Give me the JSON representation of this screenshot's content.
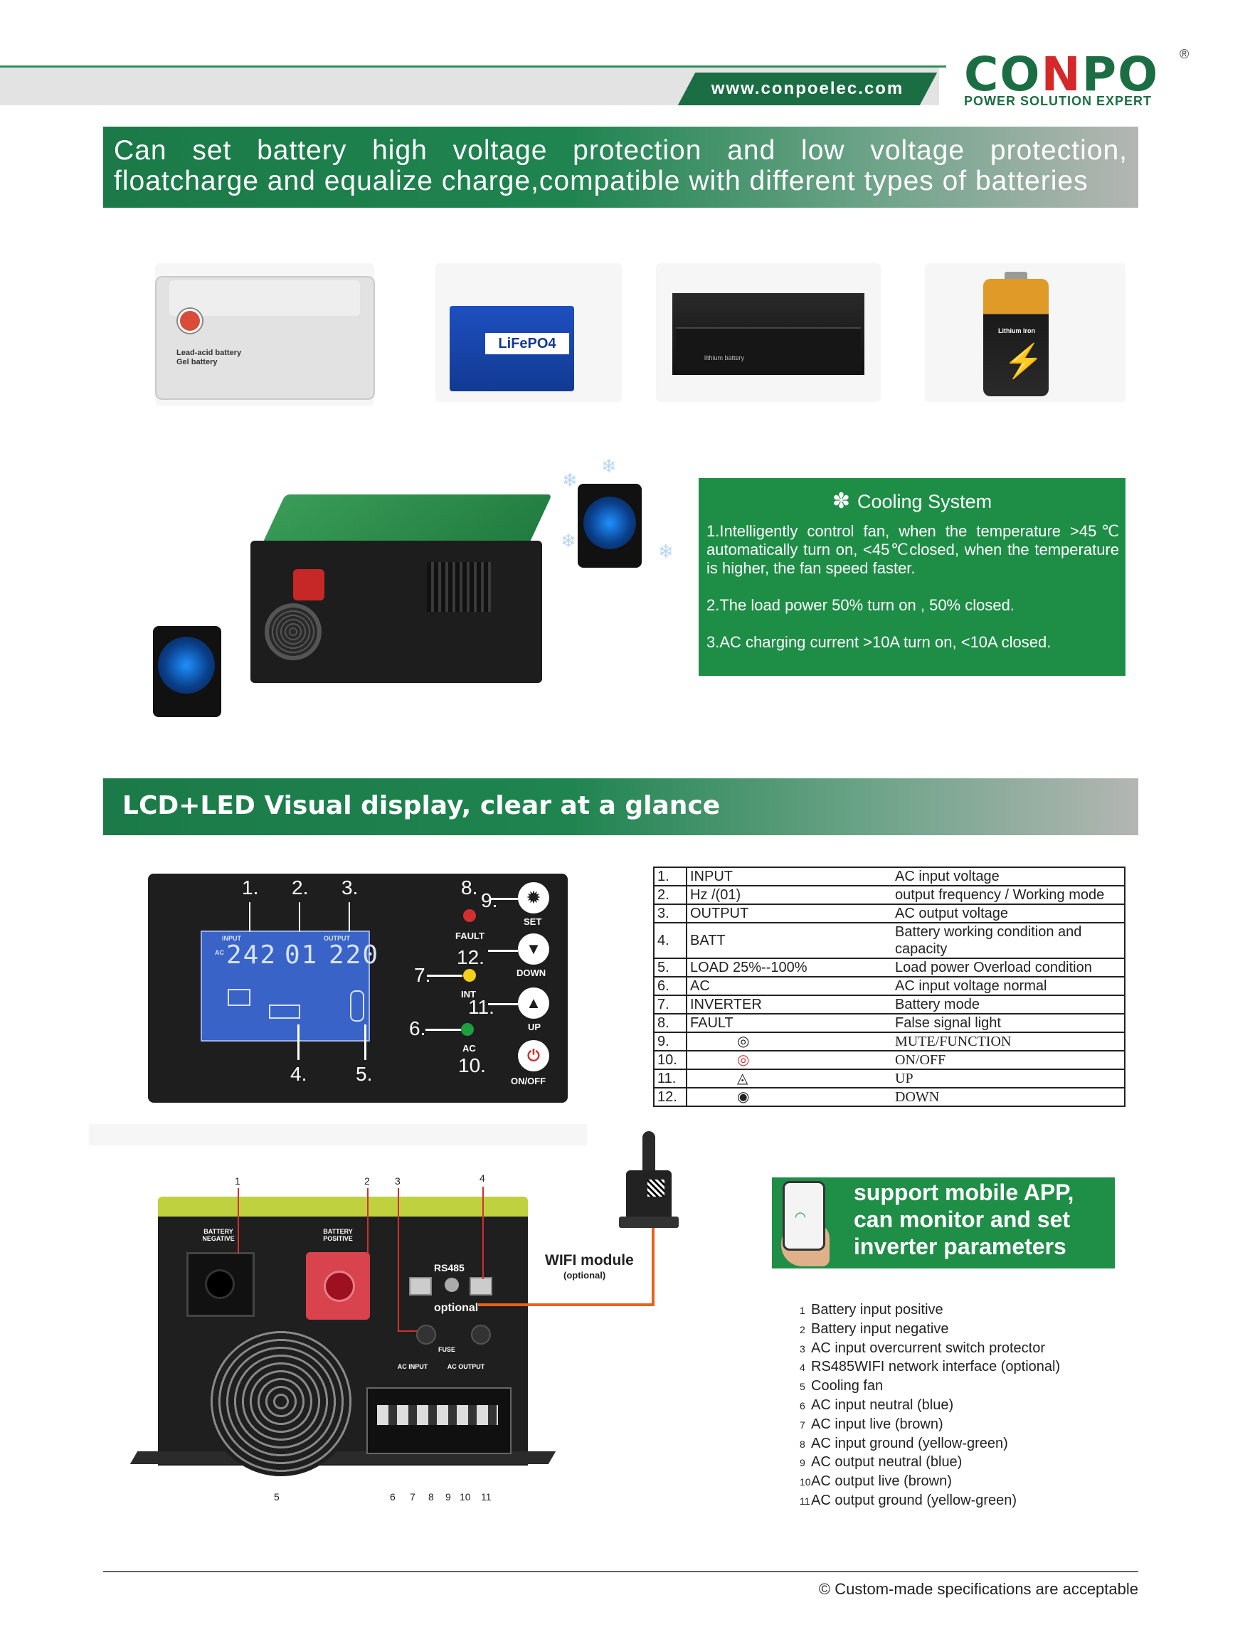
{
  "header": {
    "url": "www.conpoelec.com",
    "logo": "CONPO",
    "logo_reg": "®",
    "tagline": "POWER SOLUTION EXPERT"
  },
  "battery_section": {
    "banner": "Can set battery high voltage protection and low voltage protection, floatcharge and equalize charge,compatible with different types of batteries",
    "lead_acid_label_1": "Lead-acid battery",
    "lead_acid_label_2": "Gel battery",
    "lifepo4_label": "LiFePO4",
    "rack_label": "lithium battery",
    "dry_label": "Lithium Iron"
  },
  "cooling": {
    "title": "Cooling System",
    "icon": "fan-icon",
    "item1": "1.Intelligently control fan, when the temperature >45℃ automatically turn on, <45℃closed, when the temperature is higher, the fan speed faster.",
    "item2": "2.The load power 50% turn on , 50% closed.",
    "item3": "3.AC charging current >10A turn on, <10A closed."
  },
  "display_section": {
    "banner": "LCD+LED Visual display, clear at a glance",
    "lcd_values": {
      "input": "242",
      "mode": "01",
      "output": "220"
    },
    "lcd_labels": {
      "input": "INPUT",
      "output": "OUTPUT",
      "ac": "AC"
    },
    "callouts": [
      "1.",
      "2.",
      "3.",
      "4.",
      "5.",
      "6.",
      "7.",
      "8.",
      "9.",
      "10.",
      "11.",
      "12."
    ],
    "led_labels": {
      "fault": "FAULT",
      "int": "INT",
      "ac": "AC"
    },
    "buttons": {
      "set": "SET",
      "down": "DOWN",
      "up": "UP",
      "onoff": "ON/OFF"
    },
    "table": [
      {
        "n": "1.",
        "k": "INPUT",
        "v": "AC input voltage"
      },
      {
        "n": "2.",
        "k": "Hz /(01)",
        "v": "output frequency / Working mode"
      },
      {
        "n": "3.",
        "k": "OUTPUT",
        "v": "AC output voltage"
      },
      {
        "n": "4.",
        "k": "BATT",
        "v": "Battery working condition and capacity"
      },
      {
        "n": "5.",
        "k": "LOAD  25%--100%",
        "v": "Load power Overload condition"
      },
      {
        "n": "6.",
        "k": "AC",
        "v": "AC input voltage normal"
      },
      {
        "n": "7.",
        "k": "INVERTER",
        "v": "Battery mode"
      },
      {
        "n": "8.",
        "k": "FAULT",
        "v": "False signal light"
      },
      {
        "n": "9.",
        "k": "◎",
        "v": "MUTE/FUNCTION"
      },
      {
        "n": "10.",
        "k": "◎",
        "v": "ON/OFF"
      },
      {
        "n": "11.",
        "k": "◬",
        "v": "UP"
      },
      {
        "n": "12.",
        "k": "◉",
        "v": "DOWN"
      }
    ]
  },
  "rear_panel": {
    "top_numbers": [
      "1",
      "2",
      "3",
      "4"
    ],
    "bottom_numbers": [
      "5",
      "6",
      "7",
      "8",
      "9",
      "10",
      "11"
    ],
    "neg_label": "BATTERY NEGATIVE",
    "pos_label": "BATTERY POSITIVE",
    "rs485": "RS485",
    "optional": "optional",
    "fuse": "FUSE",
    "ac_input": "AC INPUT",
    "ac_output": "AC OUTPUT",
    "wifi_label": "WIFI module",
    "wifi_sub": "(optional)"
  },
  "app_box": {
    "text": "support mobile APP, can monitor and set inverter parameters"
  },
  "parts_list": [
    {
      "n": "1",
      "t": "Battery input positive"
    },
    {
      "n": "2",
      "t": "Battery input negative"
    },
    {
      "n": "3",
      "t": "AC input overcurrent switch protector"
    },
    {
      "n": "4",
      "t": "RS485WIFI network interface (optional)"
    },
    {
      "n": "5",
      "t": "Cooling fan"
    },
    {
      "n": "6",
      "t": "AC input neutral (blue)"
    },
    {
      "n": "7",
      "t": "AC input live (brown)"
    },
    {
      "n": "8",
      "t": "AC input ground (yellow-green)"
    },
    {
      "n": "9",
      "t": "AC output neutral (blue)"
    },
    {
      "n": "10",
      "t": "AC output live (brown)"
    },
    {
      "n": "11",
      "t": "AC output ground (yellow-green)"
    }
  ],
  "footer": {
    "text": "© Custom-made specifications are acceptable"
  },
  "colors": {
    "brand_green": "#1b6e43",
    "box_green": "#1e8e46",
    "accent_red": "#d62828"
  }
}
